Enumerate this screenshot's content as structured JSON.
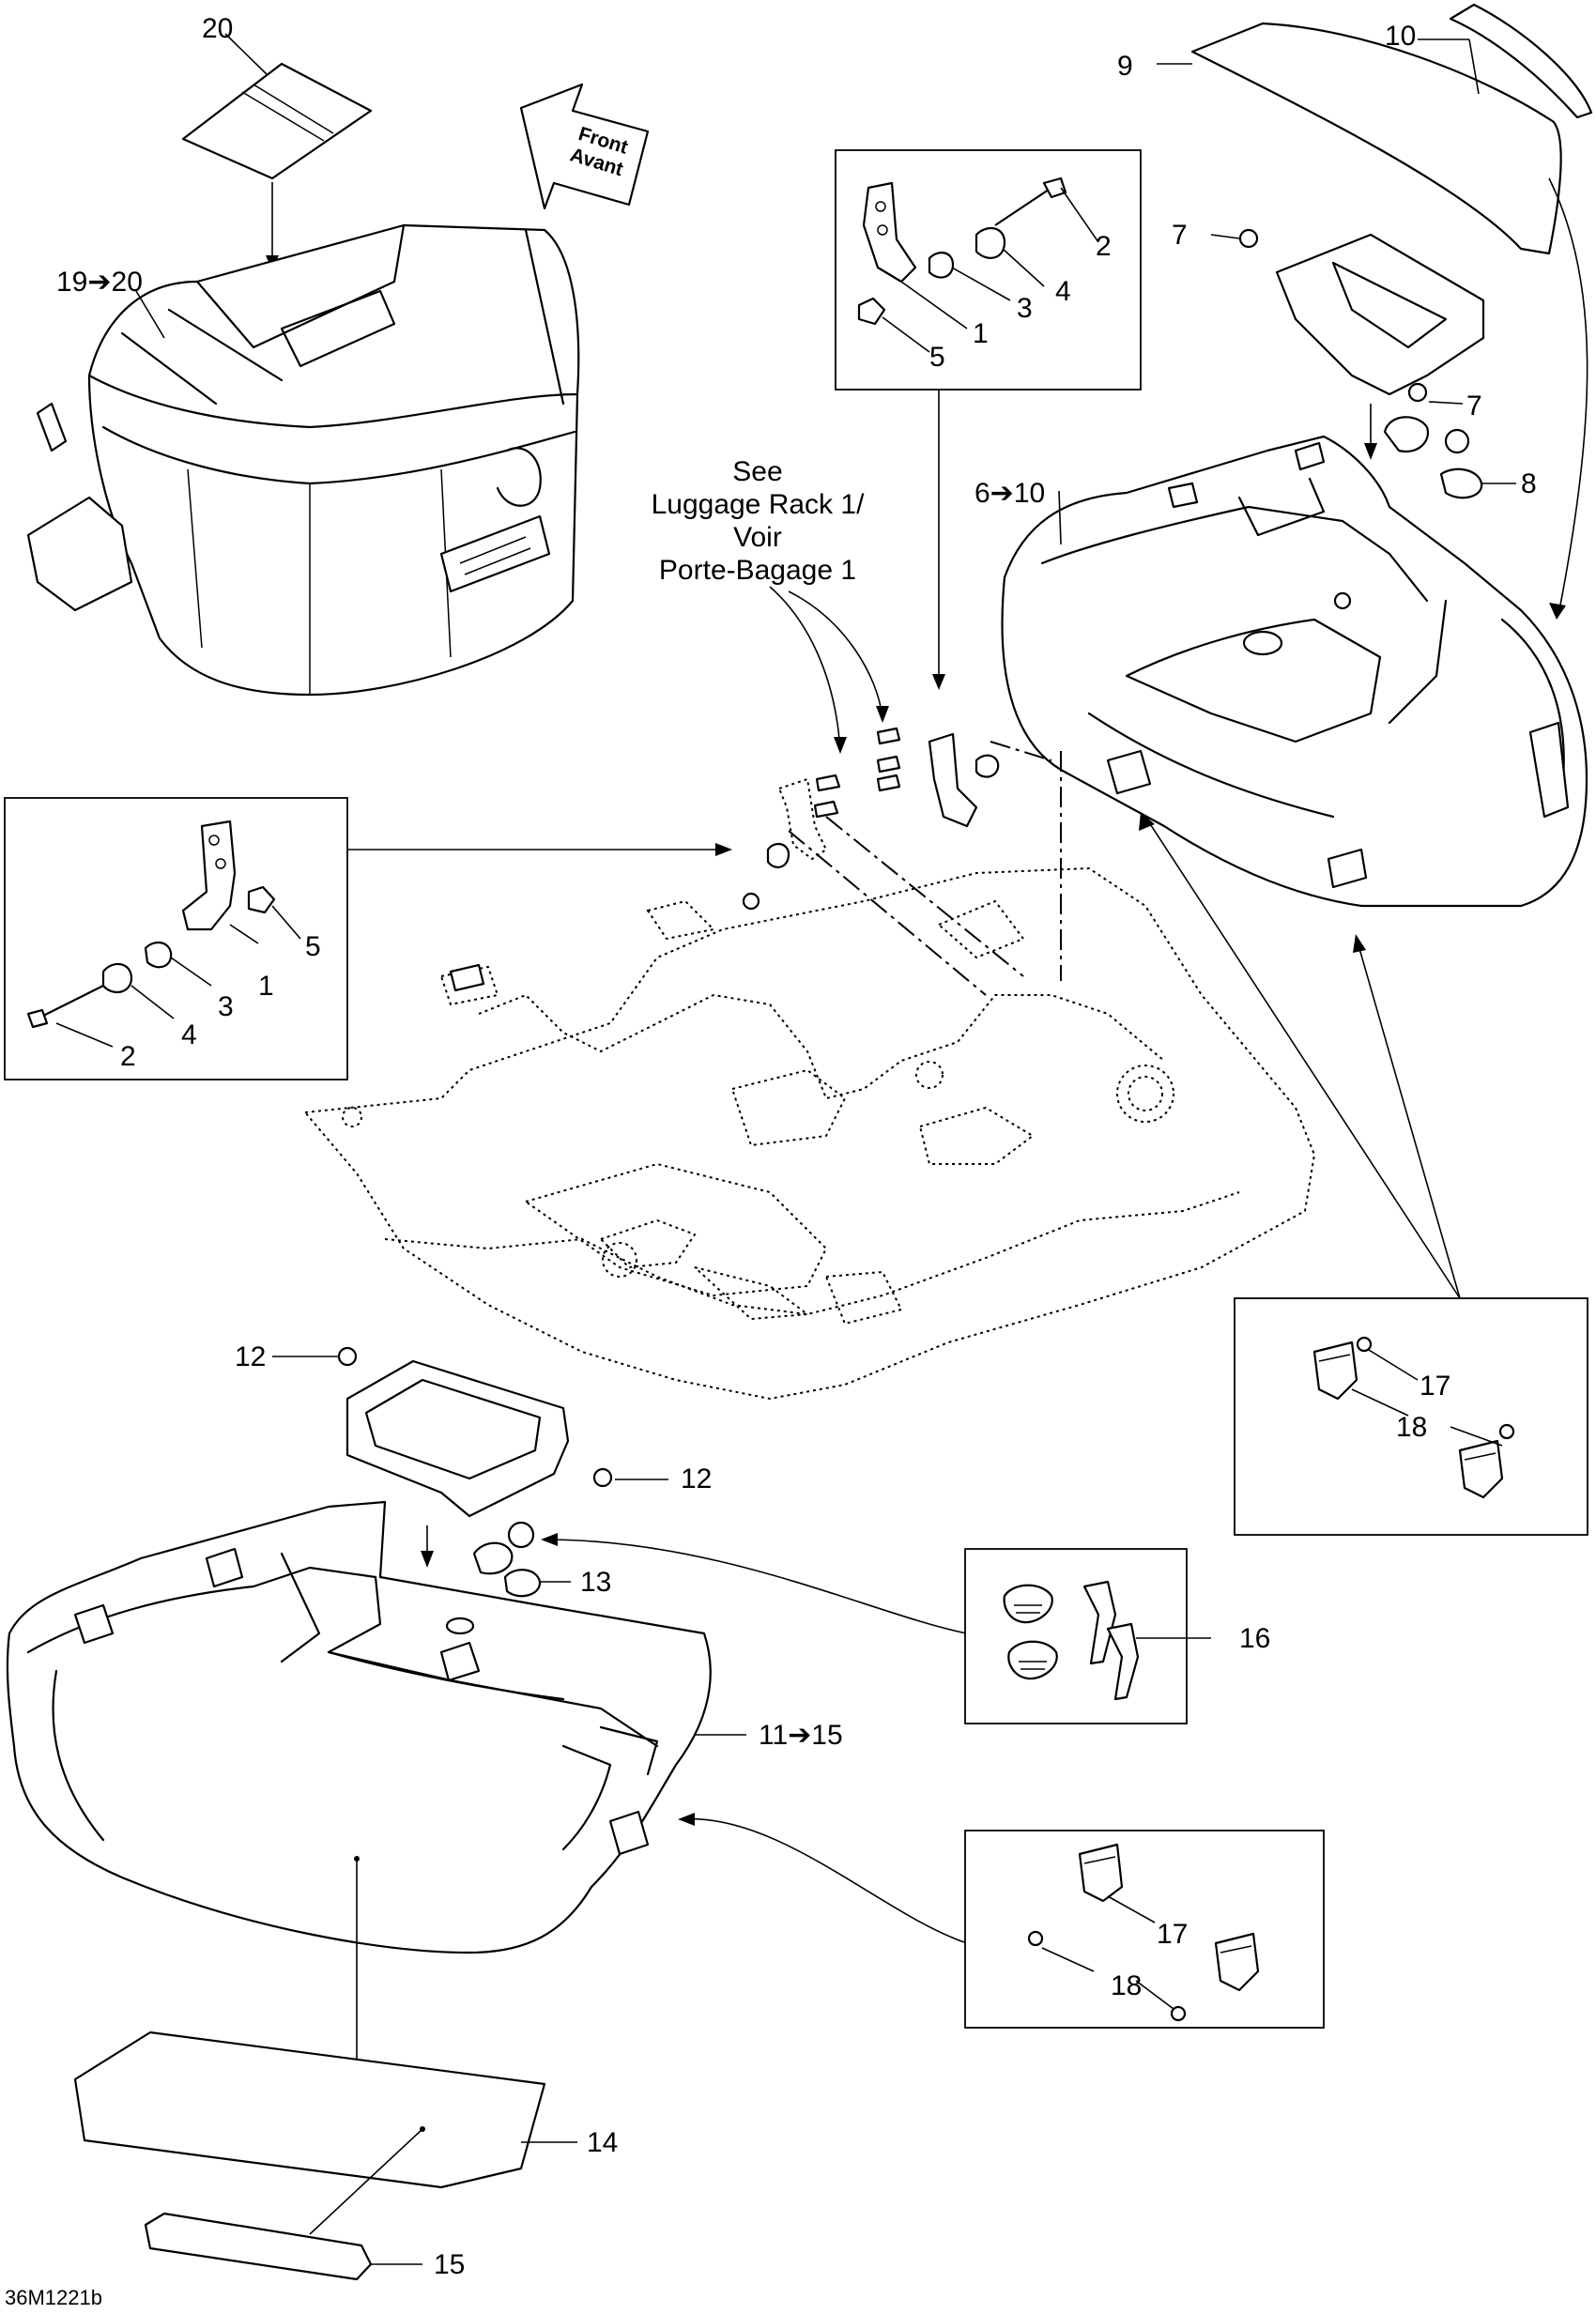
{
  "callouts": [
    {
      "id": "c-20-top",
      "text": "20"
    },
    {
      "id": "c-19-20",
      "text": "19➔20"
    },
    {
      "id": "c-10-top",
      "text": "10"
    },
    {
      "id": "c-9",
      "text": "9"
    },
    {
      "id": "c-7a",
      "text": "7"
    },
    {
      "id": "c-7b",
      "text": "7"
    },
    {
      "id": "c-8",
      "text": "8"
    },
    {
      "id": "c-6-10",
      "text": "6➔10"
    },
    {
      "id": "c-box1-2",
      "text": "2"
    },
    {
      "id": "c-box1-4",
      "text": "4"
    },
    {
      "id": "c-box1-3",
      "text": "3"
    },
    {
      "id": "c-box1-1",
      "text": "1"
    },
    {
      "id": "c-box1-5",
      "text": "5"
    },
    {
      "id": "c-box2-5",
      "text": "5"
    },
    {
      "id": "c-box2-1",
      "text": "1"
    },
    {
      "id": "c-box2-3",
      "text": "3"
    },
    {
      "id": "c-box2-4",
      "text": "4"
    },
    {
      "id": "c-box2-2",
      "text": "2"
    },
    {
      "id": "c-12a",
      "text": "12"
    },
    {
      "id": "c-12b",
      "text": "12"
    },
    {
      "id": "c-13",
      "text": "13"
    },
    {
      "id": "c-16",
      "text": "16"
    },
    {
      "id": "c-11-15",
      "text": "11➔15"
    },
    {
      "id": "c-box3-17",
      "text": "17"
    },
    {
      "id": "c-box3-18",
      "text": "18"
    },
    {
      "id": "c-box4-17",
      "text": "17"
    },
    {
      "id": "c-box4-18",
      "text": "18"
    },
    {
      "id": "c-14",
      "text": "14"
    },
    {
      "id": "c-15",
      "text": "15"
    }
  ],
  "note": {
    "line1": "See",
    "line2": "Luggage Rack 1/",
    "line3": "Voir",
    "line4": "Porte-Bagage 1"
  },
  "front_arrow": {
    "line1": "Front",
    "line2": "Avant"
  },
  "drawing_code": "36M1221b"
}
